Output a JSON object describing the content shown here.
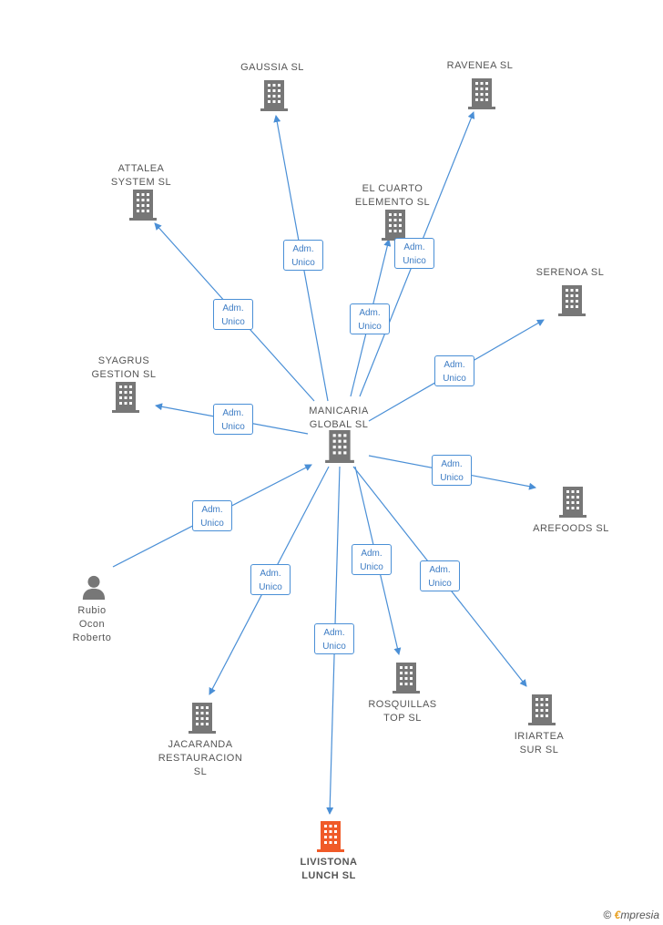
{
  "colors": {
    "edge": "#4a8fd6",
    "building": "#777777",
    "focus_building": "#f05a28",
    "person": "#777777"
  },
  "center": {
    "label": "MANICARIA\nGLOBAL SL",
    "icon": "building-icon"
  },
  "nodes": [
    {
      "id": "gaussia",
      "label": "GAUSSIA  SL",
      "icon": "building-icon"
    },
    {
      "id": "ravenea",
      "label": "RAVENEA  SL",
      "icon": "building-icon"
    },
    {
      "id": "attalea",
      "label": "ATTALEA\nSYSTEM  SL",
      "icon": "building-icon"
    },
    {
      "id": "elcuarto",
      "label": "EL CUARTO\nELEMENTO SL",
      "icon": "building-icon"
    },
    {
      "id": "serenoa",
      "label": "SERENOA  SL",
      "icon": "building-icon"
    },
    {
      "id": "syagrus",
      "label": "SYAGRUS\nGESTION  SL",
      "icon": "building-icon"
    },
    {
      "id": "arefoods",
      "label": "AREFOODS  SL",
      "icon": "building-icon"
    },
    {
      "id": "rubio",
      "label": "Rubio\nOcon\nRoberto",
      "icon": "person-icon"
    },
    {
      "id": "rosquillas",
      "label": "ROSQUILLAS\nTOP  SL",
      "icon": "building-icon"
    },
    {
      "id": "iriartea",
      "label": "IRIARTEA\nSUR  SL",
      "icon": "building-icon"
    },
    {
      "id": "jacaranda",
      "label": "JACARANDA\nRESTAURACION\nSL",
      "icon": "building-icon"
    },
    {
      "id": "livistona",
      "label": "LIVISTONA\nLUNCH  SL",
      "icon": "building-icon",
      "focus": true
    }
  ],
  "edges": [
    {
      "to": "gaussia",
      "label": "Adm.\nUnico"
    },
    {
      "to": "ravenea",
      "label": "Adm.\nUnico"
    },
    {
      "to": "attalea",
      "label": "Adm.\nUnico"
    },
    {
      "to": "elcuarto",
      "label": "Adm.\nUnico"
    },
    {
      "to": "serenoa",
      "label": "Adm.\nUnico"
    },
    {
      "to": "syagrus",
      "label": "Adm.\nUnico"
    },
    {
      "to": "arefoods",
      "label": "Adm.\nUnico"
    },
    {
      "from": "rubio",
      "label": "Adm.\nUnico"
    },
    {
      "to": "rosquillas",
      "label": "Adm.\nUnico"
    },
    {
      "to": "iriartea",
      "label": "Adm.\nUnico"
    },
    {
      "to": "jacaranda",
      "label": "Adm.\nUnico"
    },
    {
      "to": "livistona",
      "label": "Adm.\nUnico"
    }
  ],
  "footer": {
    "copyright": "©",
    "brand_initial": "€",
    "brand_rest": "mpresia"
  }
}
